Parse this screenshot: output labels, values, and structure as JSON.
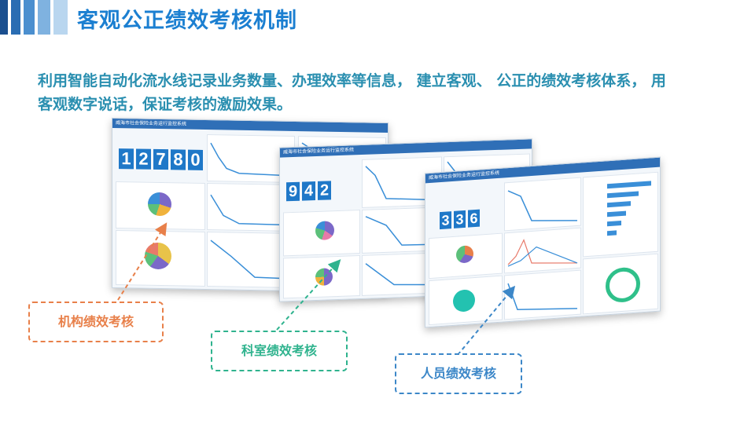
{
  "title": "客观公正绩效考核机制",
  "paragraph": "利用智能自动化流水线记录业务数量、办理效率等信息， 建立客观、 公正的绩效考核体系， 用客观数字说话，保证考核的激励效果。",
  "screenshots": {
    "header_text": "威海市社会保险业务运行监控系统",
    "counter_1": [
      "1",
      "2",
      "7",
      "8",
      "0"
    ],
    "counter_2": [
      "9",
      "4",
      "2"
    ],
    "counter_3": [
      "3",
      "3",
      "6"
    ]
  },
  "labels": {
    "institution": "机构绩效考核",
    "department": "科室绩效考核",
    "personnel": "人员绩效考核"
  },
  "colors": {
    "title": "#1b7fd1",
    "paragraph": "#2a8fb0",
    "institution": "#e8804a",
    "department": "#2fb38e",
    "personnel": "#3c87c8"
  }
}
